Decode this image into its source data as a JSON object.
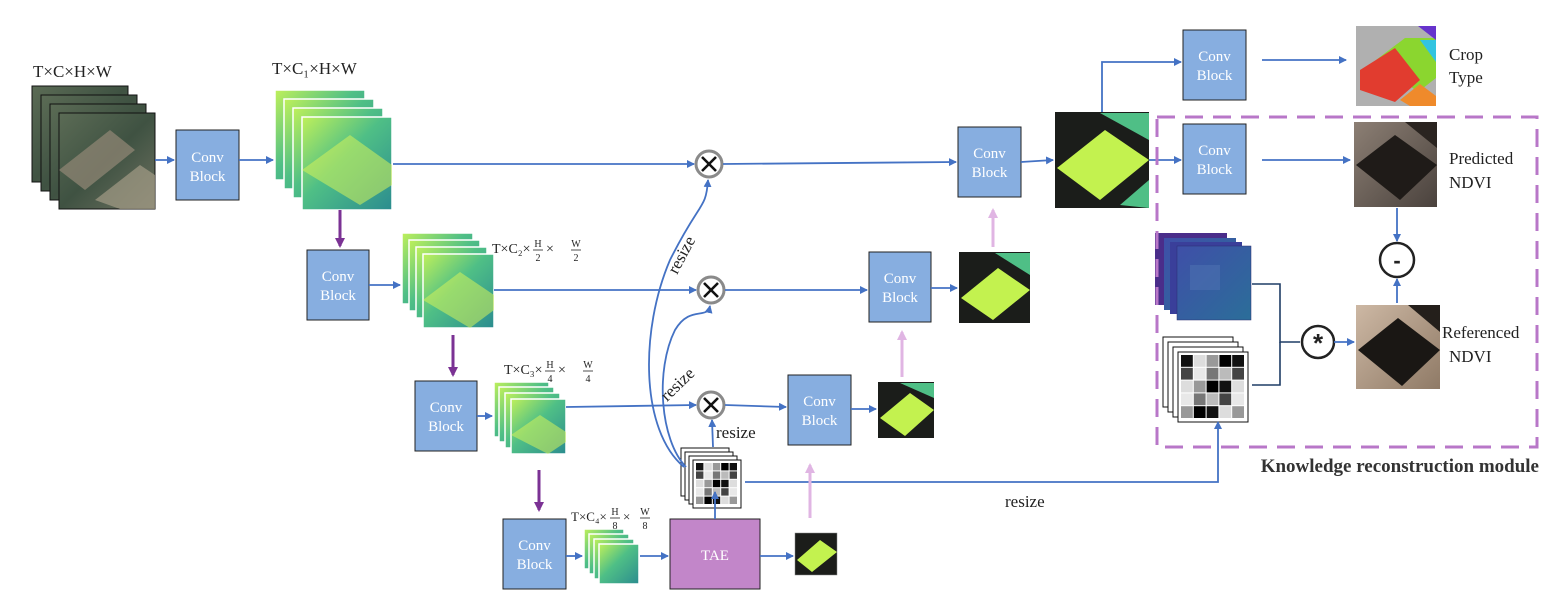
{
  "blocks": {
    "conv": [
      "Conv",
      "Block"
    ],
    "tae": "TAE"
  },
  "dims": {
    "input": "T×C×H×W",
    "c1": "T×C₁×H×W",
    "c2": {
      "prefix": "T×C₂×",
      "num_h": "H",
      "den_h": "2",
      "times": "×",
      "num_w": "W",
      "den_w": "2"
    },
    "c3": {
      "prefix": "T×C₃×",
      "num_h": "H",
      "den_h": "4",
      "times": "×",
      "num_w": "W",
      "den_w": "4"
    },
    "c4": {
      "prefix": "T×C₄×",
      "num_h": "H",
      "den_h": "8",
      "times": "×",
      "num_w": "W",
      "den_w": "8"
    }
  },
  "edge_labels": {
    "resize": "resize"
  },
  "outputs": {
    "crop_type": [
      "Crop",
      "Type"
    ],
    "predicted_ndvi": [
      "Predicted",
      "NDVI"
    ],
    "referenced_ndvi": [
      "Referenced",
      "NDVI"
    ]
  },
  "operators": {
    "multiply": "×",
    "subtract": "-",
    "convolve": "*"
  },
  "module_title": "Knowledge reconstruction module",
  "colors": {
    "block_fill": "#87aee0",
    "tae_fill": "#c286c9",
    "arrow_blue": "#4472c4",
    "arrow_purple": "#7b3294",
    "arrow_light_purple": "#e0b5e3",
    "module_border": "#b877c8"
  },
  "icons": [
    "multiply-circle-icon",
    "subtract-circle-icon",
    "convolve-circle-icon",
    "attention-mask-icon"
  ]
}
